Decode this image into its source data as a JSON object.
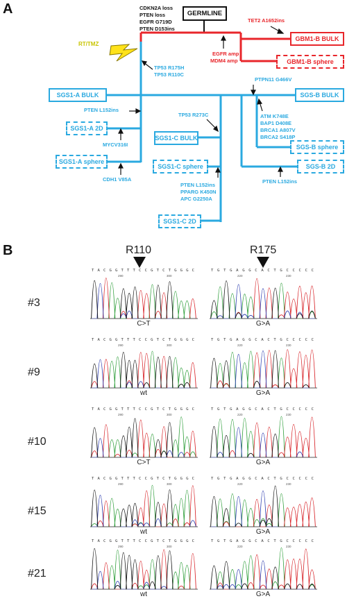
{
  "panels": {
    "a": "A",
    "b": "B"
  },
  "treatment": "RT/TMZ",
  "germline": {
    "box": "GERMLINE",
    "mutations": [
      "CDKN2A loss",
      "PTEN loss",
      "EGFR G719D",
      "PTEN D153ins"
    ]
  },
  "gbm": {
    "bulk": "GBM1-B BULK",
    "sphere": "GBM1-B sphere",
    "tet2": "TET2 A1652ins",
    "amp": [
      "EGFR amp",
      "MDM4 amp"
    ]
  },
  "sgs": {
    "tp53_trunk": [
      "TP53 R175H",
      "TP53 R110C"
    ],
    "sgs1a_bulk": "SGS1-A BULK",
    "sgs1a_2d": "SGS1-A 2D",
    "sgs1a_sphere": "SGS1-A sphere",
    "pten_l152ins_a": "PTEN L152ins",
    "mycv": "MYCV316I",
    "cdh1": "CDH1 V85A",
    "tp53_r273c": "TP53 R273C",
    "sgs1c_bulk": "SGS1-C BULK",
    "sgs1c_sphere": "SGS1-C sphere",
    "sgs1c_2d": "SGS1-C 2D",
    "sgs1c_muts": [
      "PTEN L152ins",
      "PPARG K450N",
      "APC G2250A"
    ],
    "ptpn11": "PTPN11 G466V",
    "sgsb_bulk": "SGS-B BULK",
    "sgsb_muts": [
      "ATM K748E",
      "BAP1 D408E",
      "BRCA1 A807V",
      "BRCA2 S418P"
    ],
    "sgsb_sphere": "SGS-B sphere",
    "sgsb_2d": "SGS-B 2D",
    "pten_l152ins_b": "PTEN L152ins"
  },
  "chromatograms": {
    "headers": [
      "R110",
      "R175"
    ],
    "left_bases": "TACGGTTTCCGTCTGGGC",
    "right_bases": "TGTGAGGCACTGCCCCC",
    "left_ticks": [
      "290",
      "300"
    ],
    "right_ticks": [
      "220",
      "230"
    ],
    "rows": [
      {
        "label": "#3",
        "left": "C>T",
        "right": "G>A"
      },
      {
        "label": "#9",
        "left": "wt",
        "right": "G>A"
      },
      {
        "label": "#10",
        "left": "C>T",
        "right": "G>A"
      },
      {
        "label": "#15",
        "left": "wt",
        "right": "G>A"
      },
      {
        "label": "#21",
        "left": "wt",
        "right": "G>A"
      }
    ]
  },
  "colors": {
    "blue": "#2aa9e0",
    "red": "#e8262b",
    "trace_green": "#2e9e3a",
    "trace_red": "#d8262b",
    "trace_blue": "#2f3fb0",
    "trace_black": "#111111"
  }
}
